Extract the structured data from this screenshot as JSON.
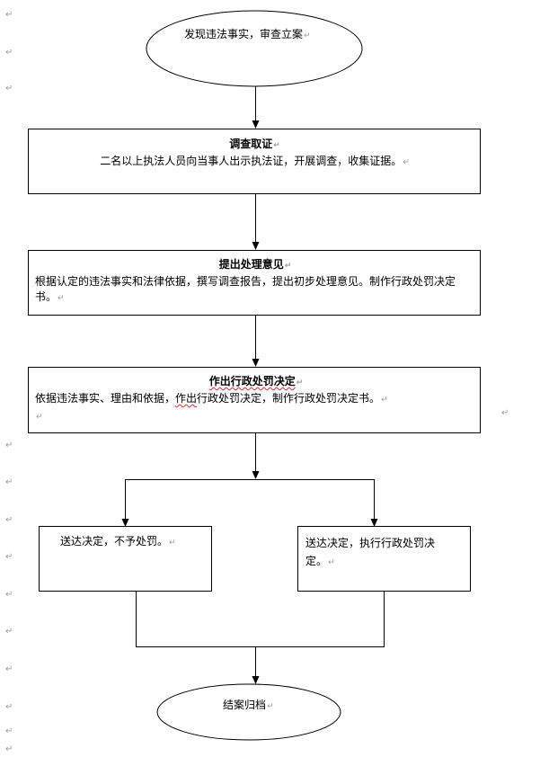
{
  "diagram": {
    "type": "flowchart",
    "colors": {
      "line": "#000000",
      "paragraph_mark": "#9a9a9a",
      "spell_underline": "#d03030"
    },
    "paragraph_mark_glyph": "↵",
    "nodes": {
      "start": {
        "shape": "ellipse",
        "text": "发现违法事实，审查立案"
      },
      "investigate": {
        "shape": "rectangle",
        "title": "调查取证",
        "body": "二名以上执法人员向当事人出示执法证，开展调查，收集证据。"
      },
      "propose": {
        "shape": "rectangle",
        "title": "提出处理意见",
        "body": "根据认定的违法事实和法律依据，撰写调查报告，提出初步处理意见。制作行政处罚决定书。"
      },
      "decide": {
        "shape": "rectangle",
        "title": "作出行政处罚决定",
        "body_before": "依据违法事实、理由和依据，",
        "body_underlined": "作出",
        "body_after": "行政处罚决定，制作行政处罚决定书。"
      },
      "no_penalty": {
        "shape": "rectangle",
        "text": "送达决定，不予处罚。"
      },
      "execute_penalty": {
        "shape": "rectangle",
        "text": "送达决定，执行行政处罚决定。"
      },
      "end": {
        "shape": "ellipse",
        "text": "结案归档"
      }
    },
    "edges": [
      {
        "from": "start",
        "to": "investigate"
      },
      {
        "from": "investigate",
        "to": "propose"
      },
      {
        "from": "propose",
        "to": "decide"
      },
      {
        "from": "decide",
        "to": "no_penalty"
      },
      {
        "from": "decide",
        "to": "execute_penalty"
      },
      {
        "from": "no_penalty",
        "to": "end"
      },
      {
        "from": "execute_penalty",
        "to": "end"
      }
    ]
  }
}
